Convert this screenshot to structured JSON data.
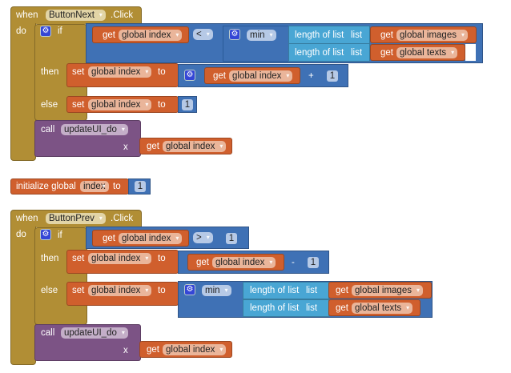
{
  "colors": {
    "event": "#b18e35",
    "variable": "#d05f2d",
    "math": "#3f71b5",
    "list": "#49a6d4",
    "procedure": "#7c5385"
  },
  "kw": {
    "when": "when",
    "do": "do",
    "if": "if",
    "then": "then",
    "else": "else",
    "call": "call",
    "get": "get",
    "set": "set",
    "to": "to",
    "x": "x",
    "min": "min",
    "length": "length of list",
    "list": "list",
    "click": ".Click",
    "plus": "+",
    "minus": "-",
    "lt": "<",
    "gt": ">"
  },
  "vars": {
    "index": "global index",
    "images": "global images",
    "texts": "global texts"
  },
  "procedure": "updateUI_do",
  "event1": {
    "component": "ButtonNext",
    "then_add": "1",
    "else_value": "1"
  },
  "init": {
    "label": "initialize global",
    "name": "index",
    "to": "to",
    "value": "1"
  },
  "event2": {
    "component": "ButtonPrev",
    "compare_value": "1",
    "then_sub": "1"
  }
}
